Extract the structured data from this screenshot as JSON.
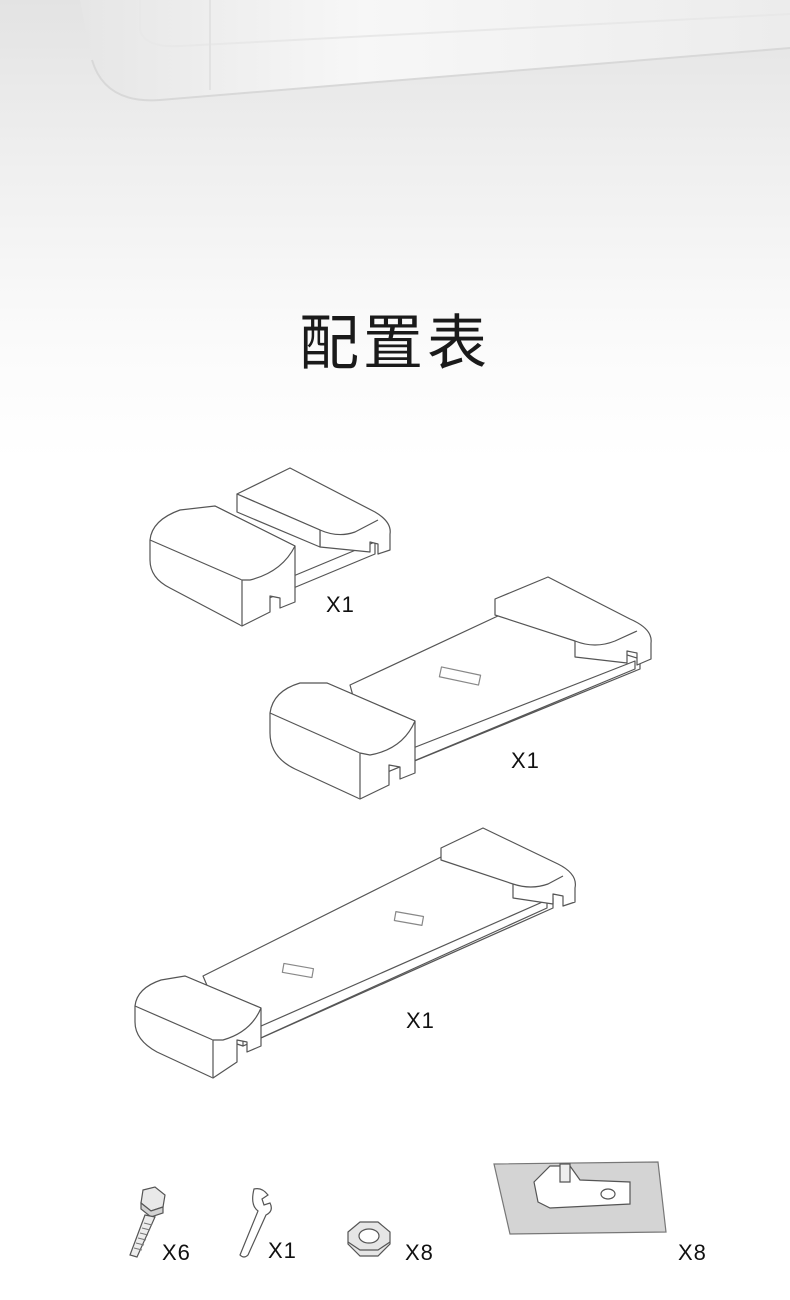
{
  "title": "配置表",
  "parts": [
    {
      "icon": "short-bracket-icon",
      "qty": "X1"
    },
    {
      "icon": "medium-bracket-icon",
      "qty": "X1"
    },
    {
      "icon": "long-bracket-icon",
      "qty": "X1"
    },
    {
      "icon": "bolt-icon",
      "qty": "X6"
    },
    {
      "icon": "wrench-icon",
      "qty": "X1"
    },
    {
      "icon": "nut-icon",
      "qty": "X8"
    },
    {
      "icon": "adhesive-mount-icon",
      "qty": "X8"
    }
  ],
  "colors": {
    "line": "#555555",
    "text": "#111111",
    "plate": "#d4d4d4"
  }
}
